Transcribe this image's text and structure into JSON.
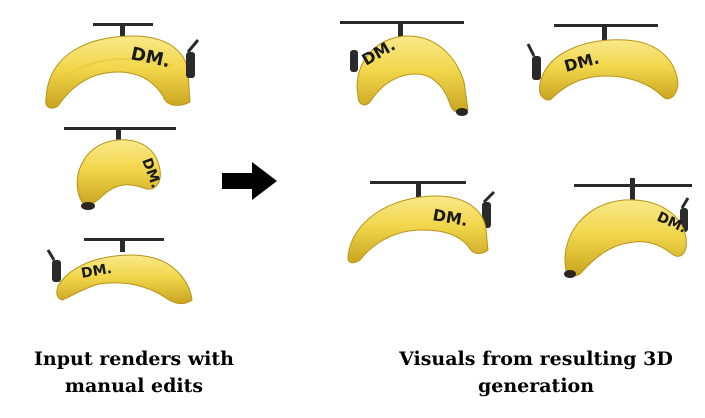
{
  "logo_text": "DM.",
  "colors": {
    "banana": "#f2d64b",
    "banana_light": "#f8e98a",
    "banana_shade": "#c9a520",
    "tip": "#2b2620",
    "motor": "#2a2a2a",
    "arrow": "#000000"
  },
  "icons": {
    "arrow": "right-arrow-icon",
    "drone": "banana-drone-icon"
  },
  "captions": {
    "left": [
      "Input renders with",
      "manual edits"
    ],
    "right": [
      "Visuals from resulting 3D",
      "generation"
    ]
  }
}
